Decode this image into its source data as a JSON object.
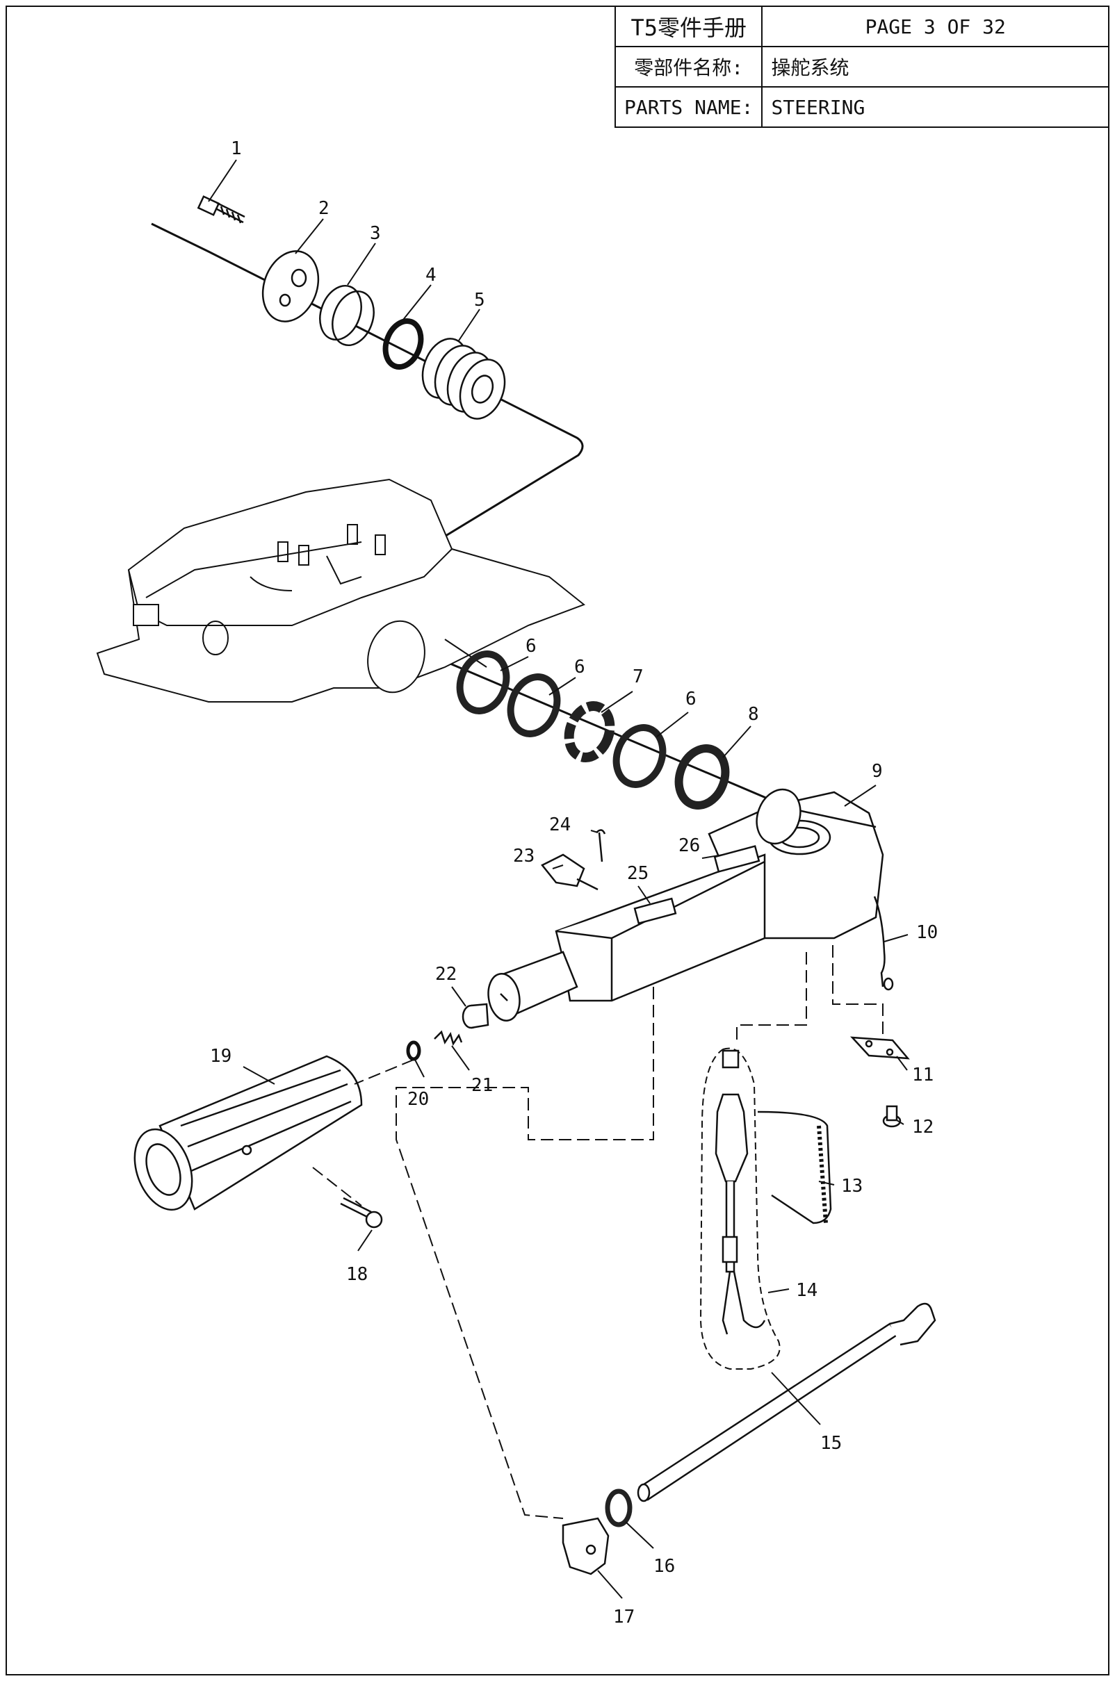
{
  "header": {
    "title": "T5零件手册",
    "page": "PAGE 3 OF 32",
    "part_name_cn_label": "零部件名称:",
    "part_name_cn_value": "操舵系统",
    "part_name_en_label": "PARTS NAME:",
    "part_name_en_value": "STEERING"
  },
  "callouts": [
    "1",
    "2",
    "3",
    "4",
    "5",
    "6",
    "6",
    "7",
    "6",
    "8",
    "9",
    "10",
    "11",
    "12",
    "13",
    "14",
    "15",
    "16",
    "17",
    "18",
    "19",
    "20",
    "21",
    "22",
    "23",
    "24",
    "25",
    "26"
  ]
}
